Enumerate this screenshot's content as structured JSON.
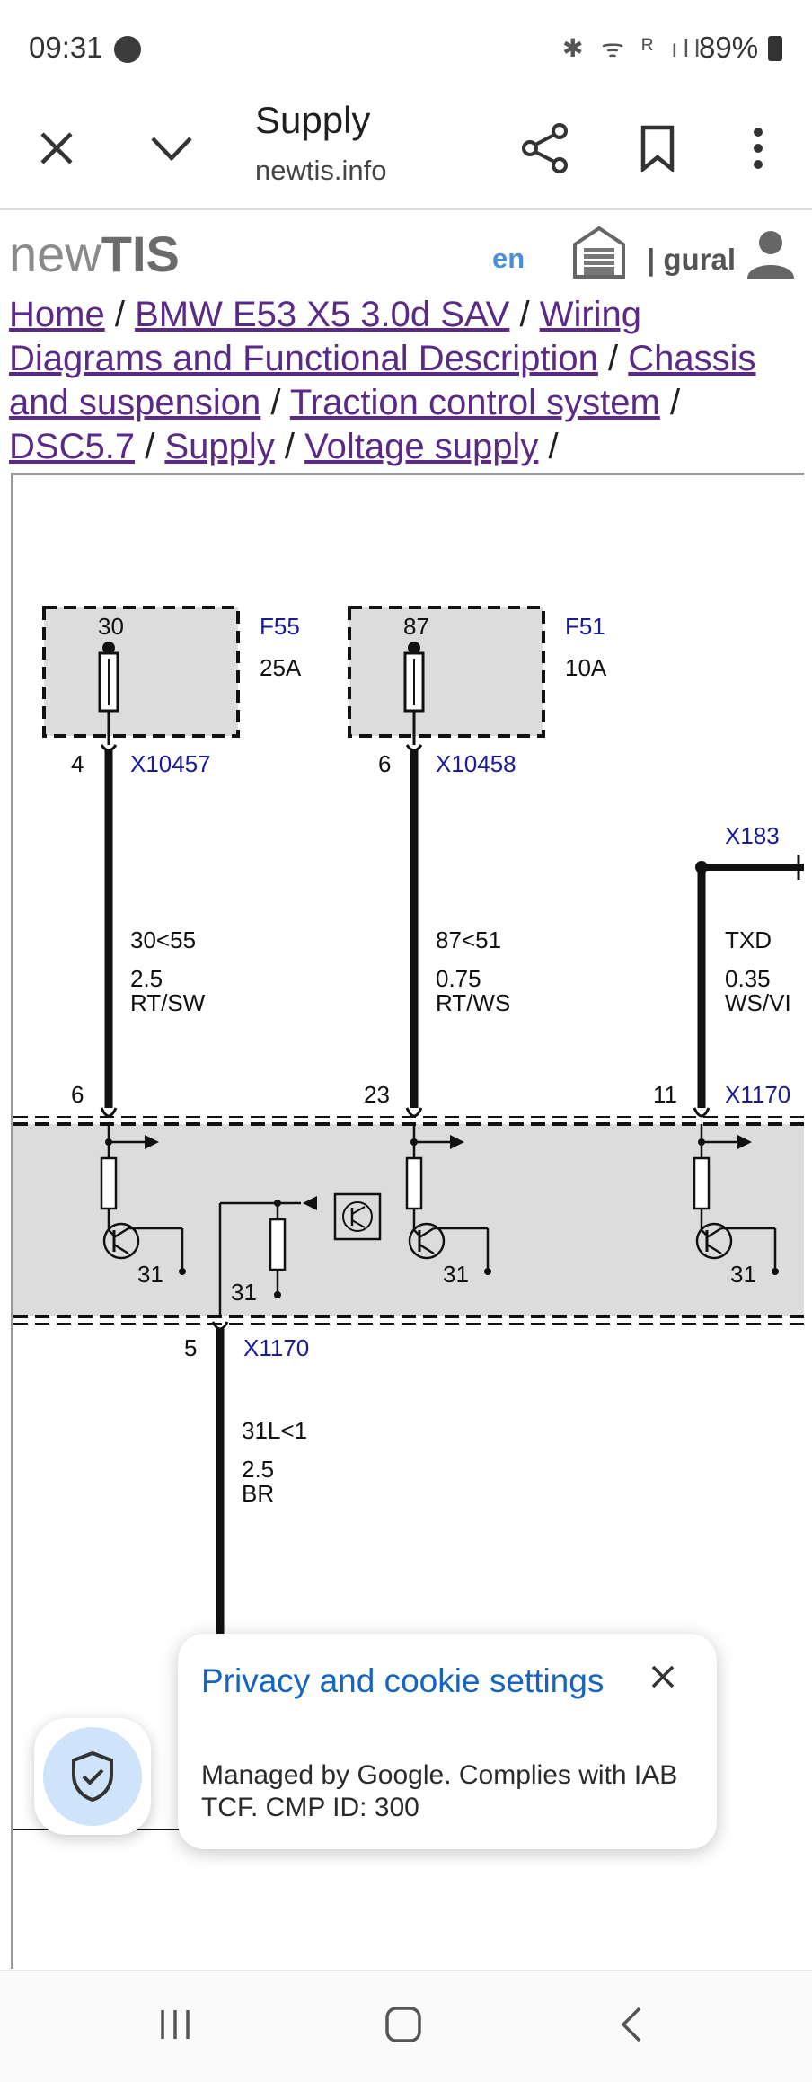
{
  "status_bar": {
    "time": "09:31",
    "battery": "89%",
    "icons": "✱ ᯤ ᴿ ıll"
  },
  "toolbar": {
    "title": "Supply",
    "host": "newtis.info"
  },
  "site_header": {
    "logo_light": "new",
    "logo_bold": "TIS",
    "language": "en",
    "user": "| gural"
  },
  "breadcrumb": {
    "items": [
      "Home",
      "BMW E53 X5 3.0d SAV",
      "Wiring Diagrams and Functional Description",
      "Chassis and suspension",
      "Traction control system",
      "DSC5.7",
      "Supply",
      "Voltage supply"
    ],
    "separator": "/"
  },
  "diagram": {
    "fuse1": {
      "terminal": "30",
      "name": "F55",
      "rating": "25A",
      "pin": "4",
      "connector": "X10457"
    },
    "fuse2": {
      "terminal": "87",
      "name": "F51",
      "rating": "10A",
      "pin": "6",
      "connector": "X10458"
    },
    "right_connector": "X183",
    "wire1": {
      "id": "30<55",
      "size": "2.5",
      "color": "RT/SW",
      "pin": "6"
    },
    "wire2": {
      "id": "87<51",
      "size": "0.75",
      "color": "RT/WS",
      "pin": "23"
    },
    "wire3": {
      "id": "TXD",
      "size": "0.35",
      "color": "WS/VI",
      "pin": "11"
    },
    "module_connector": "X1170",
    "ground_labels": [
      "31",
      "31",
      "31",
      "31"
    ],
    "ground_pin": "5",
    "ground_connector": "X1170",
    "ground_wire": {
      "id": "31L<1",
      "size": "2.5",
      "color": "BR"
    }
  },
  "cookie_banner": {
    "title": "Privacy and cookie settings",
    "description": "Managed by Google. Complies with IAB TCF. CMP ID: 300"
  }
}
